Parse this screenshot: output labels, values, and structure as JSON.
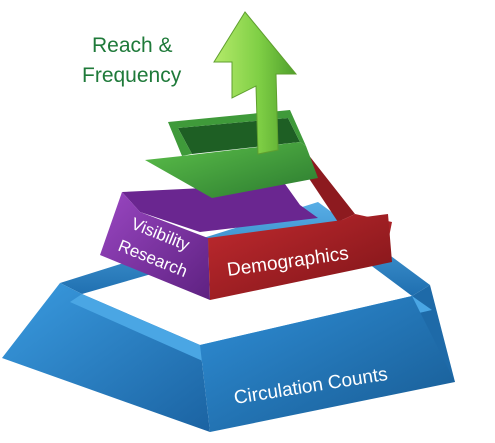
{
  "diagram": {
    "top_label_line1": "Reach &",
    "top_label_line2": "Frequency",
    "tiers": {
      "visibility_line1": "Visibility",
      "visibility_line2": "Research",
      "demographics": "Demographics",
      "circulation": "Circulation Counts"
    },
    "colors": {
      "green_light": "#8fd14f",
      "green_mid": "#4fae3a",
      "green_dark": "#2e7d32",
      "purple": "#7b2f9c",
      "purple_dark": "#4a1868",
      "red": "#a11f24",
      "red_dark": "#6f1216",
      "blue": "#2a86c9",
      "blue_dark": "#155a8f",
      "title_text": "#1f7a3a"
    }
  }
}
